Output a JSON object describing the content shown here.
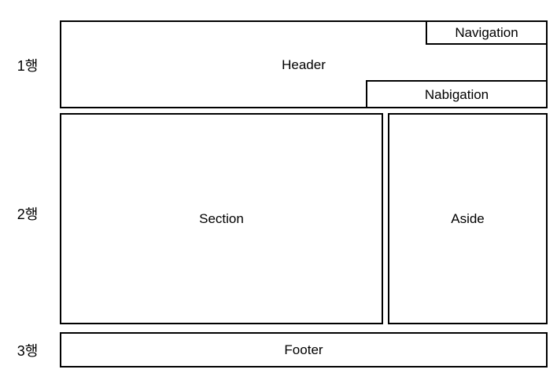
{
  "diagram": {
    "background_color": "#ffffff",
    "border_color": "#000000",
    "text_color": "#000000",
    "row_labels": [
      {
        "label": "1행"
      },
      {
        "label": "2행"
      },
      {
        "label": "3행"
      }
    ],
    "boxes": {
      "header": {
        "label": "Header"
      },
      "nav_top": {
        "label": "Navigation"
      },
      "nav_bottom": {
        "label": "Nabigation"
      },
      "section": {
        "label": "Section"
      },
      "aside": {
        "label": "Aside"
      },
      "footer": {
        "label": "Footer"
      }
    }
  }
}
